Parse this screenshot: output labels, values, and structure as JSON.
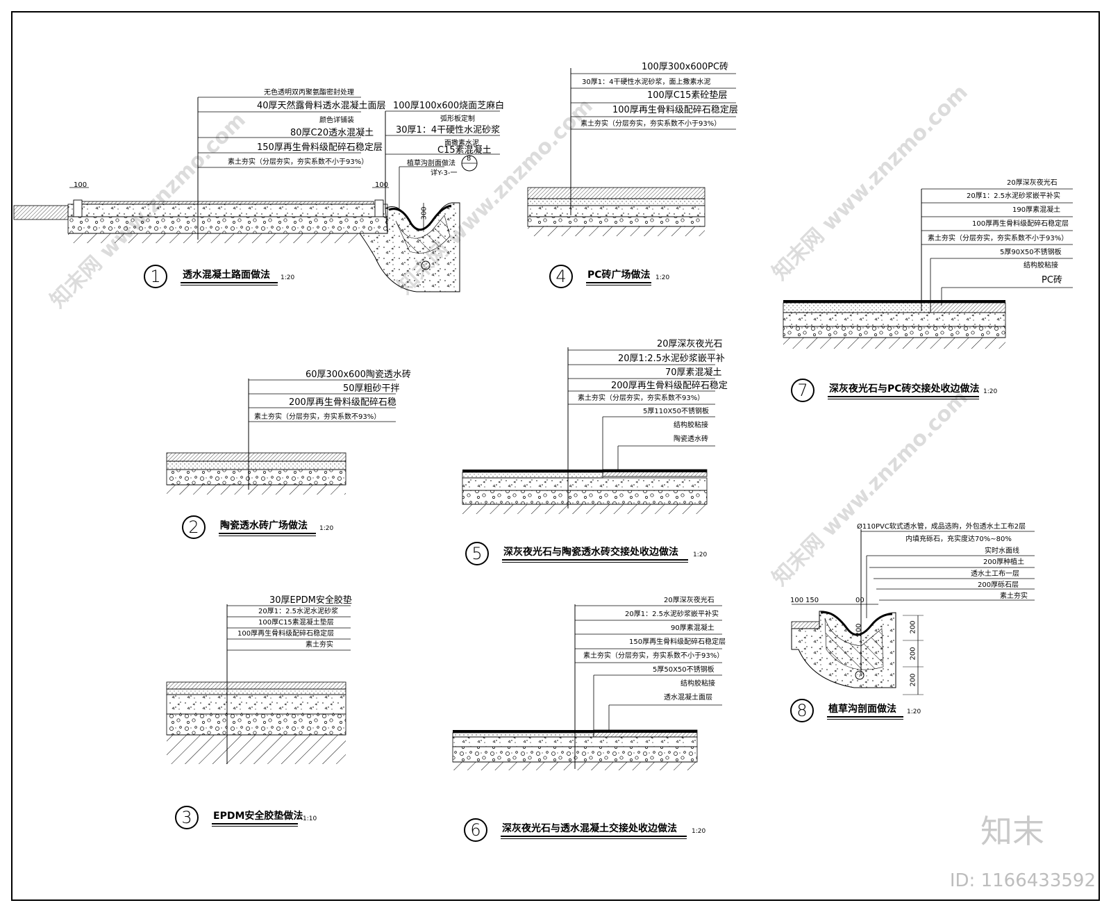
{
  "watermark": {
    "text": "知末网 www.znzmo.com",
    "brand": "知末",
    "id_label": "ID: 1166433592"
  },
  "details": [
    {
      "num": "1",
      "title": "透水混凝土路面做法",
      "scale": "1:20",
      "notes": [
        "无色透明双丙聚氨酯密封处理",
        "40厚天然露骨料透水混凝土面层",
        "颜色详铺装",
        "80厚C20透水混凝土",
        "150厚再生骨料级配碎石稳定层",
        "素土夯实（分层夯实，夯实系数不小于93%）"
      ],
      "notes_b": [
        "100厚100x600烧面芝麻白",
        "弧形板定制",
        "30厚1：4干硬性水泥砂浆",
        "面撒素水泥",
        "C15素混凝土",
        "植草沟剖面做法"
      ],
      "ref_num": "8",
      "ref_sheet": "详Y-3-一",
      "dims": [
        "100",
        "100",
        "300"
      ]
    },
    {
      "num": "2",
      "title": "陶瓷透水砖广场做法",
      "scale": "1:20",
      "notes": [
        "60厚300x600陶瓷透水砖",
        "50厚粗砂干拌",
        "200厚再生骨料级配碎石稳",
        "素土夯实（分层夯实，夯实系数不93%）"
      ]
    },
    {
      "num": "3",
      "title": "EPDM安全胶垫做法",
      "scale": "1:10",
      "notes": [
        "30厚EPDM安全胶垫",
        "20厚1：2.5水泥水泥砂浆",
        "100厚C15素混凝土垫层",
        "100厚再生骨料级配碎石稳定层",
        "素土夯实"
      ]
    },
    {
      "num": "4",
      "title": "PC砖广场做法",
      "scale": "1:20",
      "notes": [
        "100厚300x600PC砖",
        "30厚1：4干硬性水泥砂浆，面上撒素水泥",
        "100厚C15素砼垫层",
        "100厚再生骨料级配碎石稳定层",
        "素土夯实（分层夯实，夯实系数不小于93%）"
      ]
    },
    {
      "num": "5",
      "title": "深灰夜光石与陶瓷透水砖交接处收边做法",
      "scale": "1:20",
      "notes": [
        "20厚深灰夜光石",
        "20厚1:2.5水泥砂浆嵌平补",
        "70厚素混凝土",
        "200厚再生骨料级配碎石稳定",
        "素土夯实（分层夯实，夯实系数不93%）",
        "5厚110X50不锈钢板",
        "结构胶粘接",
        "陶瓷透水砖"
      ]
    },
    {
      "num": "6",
      "title": "深灰夜光石与透水混凝土交接处收边做法",
      "scale": "1:20",
      "notes": [
        "20厚深灰夜光石",
        "20厚1：2.5水泥砂浆嵌平补实",
        "90厚素混凝土",
        "150厚再生骨料级配碎石稳定层",
        "素土夯实（分层夯实，夯实系数不小于93%）",
        "5厚50X50不锈钢板",
        "结构胶粘接",
        "透水混凝土面层"
      ]
    },
    {
      "num": "7",
      "title": "深灰夜光石与PC砖交接处收边做法",
      "scale": "1:20",
      "notes": [
        "20厚深灰夜光石",
        "20厚1：2.5水泥砂浆嵌平补实",
        "190厚素混凝土",
        "100厚再生骨料级配碎石稳定层",
        "素土夯实（分层夯实，夯实系数不小于93%）",
        "5厚90X50不锈钢板",
        "结构胶粘接",
        "PC砖"
      ]
    },
    {
      "num": "8",
      "title": "植草沟剖面做法",
      "scale": "1:20",
      "notes": [
        "Ø110PVC软式透水管，成品选购，外包透水土工布2层",
        "内填充砾石，充实度达70%~80%",
        "实时水面线",
        "200厚种植土",
        "透水土工布一层",
        "200厚砾石层",
        "素土夯实"
      ],
      "dims": [
        "100",
        "150",
        "00",
        "200",
        "200",
        "200",
        "200"
      ]
    }
  ]
}
